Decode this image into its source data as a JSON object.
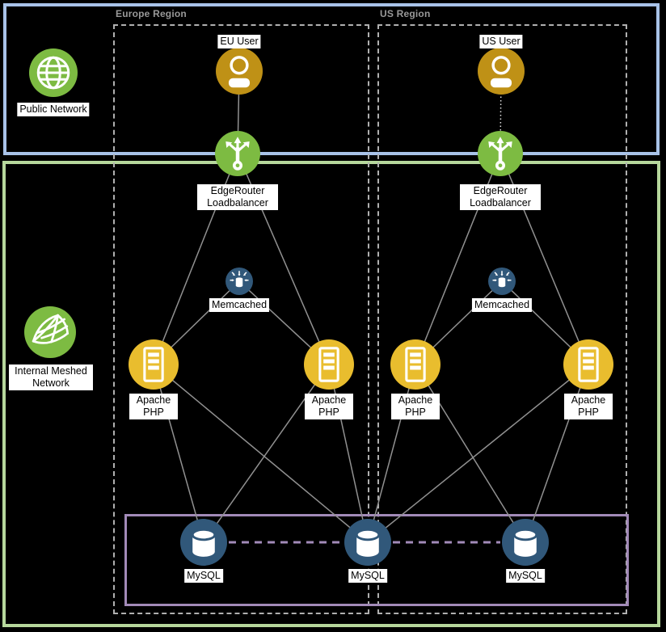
{
  "regions": {
    "europe": {
      "label": "Europe Region"
    },
    "us": {
      "label": "US Region"
    }
  },
  "networks": {
    "public": {
      "label": "Public Network",
      "icon": "globe-icon"
    },
    "internal": {
      "label": "Internal Meshed Network",
      "icon": "mesh-icon"
    }
  },
  "nodes": {
    "eu_user": {
      "label": "EU User",
      "icon": "user-icon"
    },
    "us_user": {
      "label": "US User",
      "icon": "user-icon"
    },
    "edgerouter_eu": {
      "label": "EdgeRouter Loadbalancer",
      "icon": "loadbalancer-icon"
    },
    "edgerouter_us": {
      "label": "EdgeRouter Loadbalancer",
      "icon": "loadbalancer-icon"
    },
    "memcached_eu": {
      "label": "Memcached",
      "icon": "cache-icon"
    },
    "memcached_us": {
      "label": "Memcached",
      "icon": "cache-icon"
    },
    "apache_eu_left": {
      "label": "Apache PHP",
      "icon": "server-icon"
    },
    "apache_eu_right": {
      "label": "Apache PHP",
      "icon": "server-icon"
    },
    "apache_us_left": {
      "label": "Apache PHP",
      "icon": "server-icon"
    },
    "apache_us_right": {
      "label": "Apache PHP",
      "icon": "server-icon"
    },
    "mysql_left": {
      "label": "MySQL",
      "icon": "database-icon"
    },
    "mysql_center": {
      "label": "MySQL",
      "icon": "database-icon"
    },
    "mysql_right": {
      "label": "MySQL",
      "icon": "database-icon"
    }
  },
  "edges": [
    {
      "from": "eu_user",
      "to": "edgerouter_eu",
      "style": "solid"
    },
    {
      "from": "us_user",
      "to": "edgerouter_us",
      "style": "dotted"
    },
    {
      "from": "edgerouter_eu",
      "to": "apache_eu_left",
      "style": "solid"
    },
    {
      "from": "edgerouter_eu",
      "to": "apache_eu_right",
      "style": "solid"
    },
    {
      "from": "edgerouter_us",
      "to": "apache_us_left",
      "style": "solid"
    },
    {
      "from": "edgerouter_us",
      "to": "apache_us_right",
      "style": "solid"
    },
    {
      "from": "memcached_eu",
      "to": "apache_eu_left",
      "style": "solid"
    },
    {
      "from": "memcached_eu",
      "to": "apache_eu_right",
      "style": "solid"
    },
    {
      "from": "memcached_us",
      "to": "apache_us_left",
      "style": "solid"
    },
    {
      "from": "memcached_us",
      "to": "apache_us_right",
      "style": "solid"
    },
    {
      "from": "apache_eu_left",
      "to": "mysql_left",
      "style": "solid"
    },
    {
      "from": "apache_eu_left",
      "to": "mysql_center",
      "style": "solid"
    },
    {
      "from": "apache_eu_right",
      "to": "mysql_left",
      "style": "solid"
    },
    {
      "from": "apache_eu_right",
      "to": "mysql_center",
      "style": "solid"
    },
    {
      "from": "apache_us_left",
      "to": "mysql_center",
      "style": "solid"
    },
    {
      "from": "apache_us_left",
      "to": "mysql_right",
      "style": "solid"
    },
    {
      "from": "apache_us_right",
      "to": "mysql_center",
      "style": "solid"
    },
    {
      "from": "apache_us_right",
      "to": "mysql_right",
      "style": "solid"
    },
    {
      "from": "mysql_left",
      "to": "mysql_center",
      "style": "purple-dashed"
    },
    {
      "from": "mysql_center",
      "to": "mysql_right",
      "style": "purple-dashed"
    }
  ],
  "colors": {
    "background": "#000000",
    "public_zone_border": "#a8c2e8",
    "internal_zone_border": "#b6d79c",
    "mysql_zone_border": "#a28ab8",
    "region_border": "#b0b0b0",
    "region_label": "#999999",
    "node_green": "#7dbb42",
    "node_gold": "#bf9116",
    "node_yellow": "#e9bd2e",
    "node_dark_blue": "#31587a",
    "edge_gray": "#919191",
    "edge_dotted": "#e3e3e3",
    "mysql_link": "#a28ab8",
    "label_bg": "#ffffff"
  }
}
